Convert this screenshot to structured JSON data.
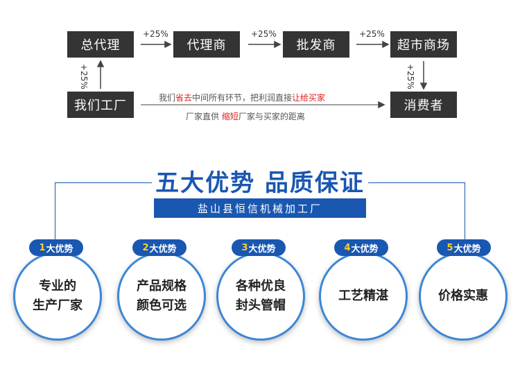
{
  "flow": {
    "box1": "总代理",
    "box2": "代理商",
    "box3": "批发商",
    "box4": "超市商场",
    "box5": "我们工厂",
    "box6": "消费者",
    "pct1": "+25%",
    "pct2": "+25%",
    "pct3": "+25%",
    "pct_left": "+25%",
    "pct_right": "+25%",
    "mid_line1_a": "我们",
    "mid_line1_b": "省去",
    "mid_line1_c": "中间所有环节，把利润直接",
    "mid_line1_d": "让给买家",
    "mid_line2_a": "厂家直供 ",
    "mid_line2_b": "缩短",
    "mid_line2_c": "厂家与买家的距离"
  },
  "heading": {
    "title": "五大优势 品质保证",
    "subtitle": "盐山县恒信机械加工厂"
  },
  "advantages": [
    {
      "num": "1",
      "badge": "大优势",
      "line1": "专业的",
      "line2": "生产厂家"
    },
    {
      "num": "2",
      "badge": "大优势",
      "line1": "产品规格",
      "line2": "颜色可选"
    },
    {
      "num": "3",
      "badge": "大优势",
      "line1": "各种优良",
      "line2": "封头管帽"
    },
    {
      "num": "4",
      "badge": "大优势",
      "line1": "工艺精湛",
      "line2": ""
    },
    {
      "num": "5",
      "badge": "大优势",
      "line1": "价格实惠",
      "line2": ""
    }
  ],
  "colors": {
    "box": "#343434",
    "accent_blue": "#1a57b0",
    "circle_border": "#3b86d6",
    "highlight_red": "#e0221c",
    "badge_number": "#ffd21a"
  }
}
